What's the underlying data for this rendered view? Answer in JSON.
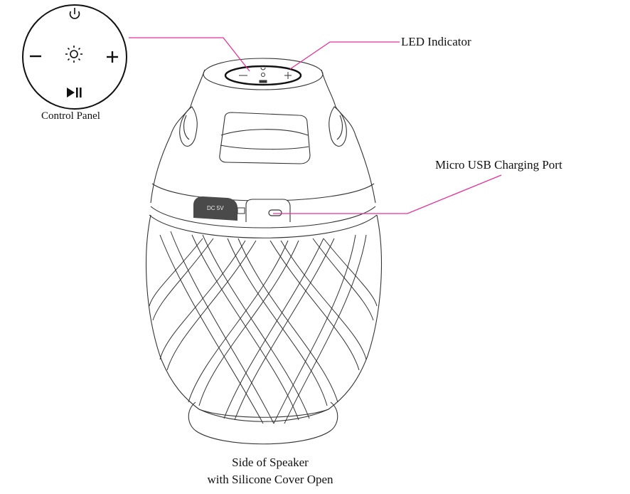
{
  "callouts": {
    "control_panel": "Control Panel",
    "led_indicator": "LED Indicator",
    "micro_usb": "Micro USB Charging Port"
  },
  "caption": {
    "line1": "Side of Speaker",
    "line2": "with Silicone Cover Open"
  },
  "port_cover_label": "DC 5V",
  "control_panel_buttons": [
    {
      "name": "power",
      "icon": "power-icon",
      "glyph": "⏻"
    },
    {
      "name": "volume-down",
      "icon": "minus-icon",
      "glyph": "—"
    },
    {
      "name": "light",
      "icon": "sun-icon",
      "glyph": "☼"
    },
    {
      "name": "volume-up",
      "icon": "plus-icon",
      "glyph": "+"
    },
    {
      "name": "play-pause",
      "icon": "play-pause-icon",
      "glyph": "▶II"
    }
  ],
  "colors": {
    "leader_line": "#e6309a",
    "outline": "#333333",
    "port_cover": "#4a4a4a"
  }
}
